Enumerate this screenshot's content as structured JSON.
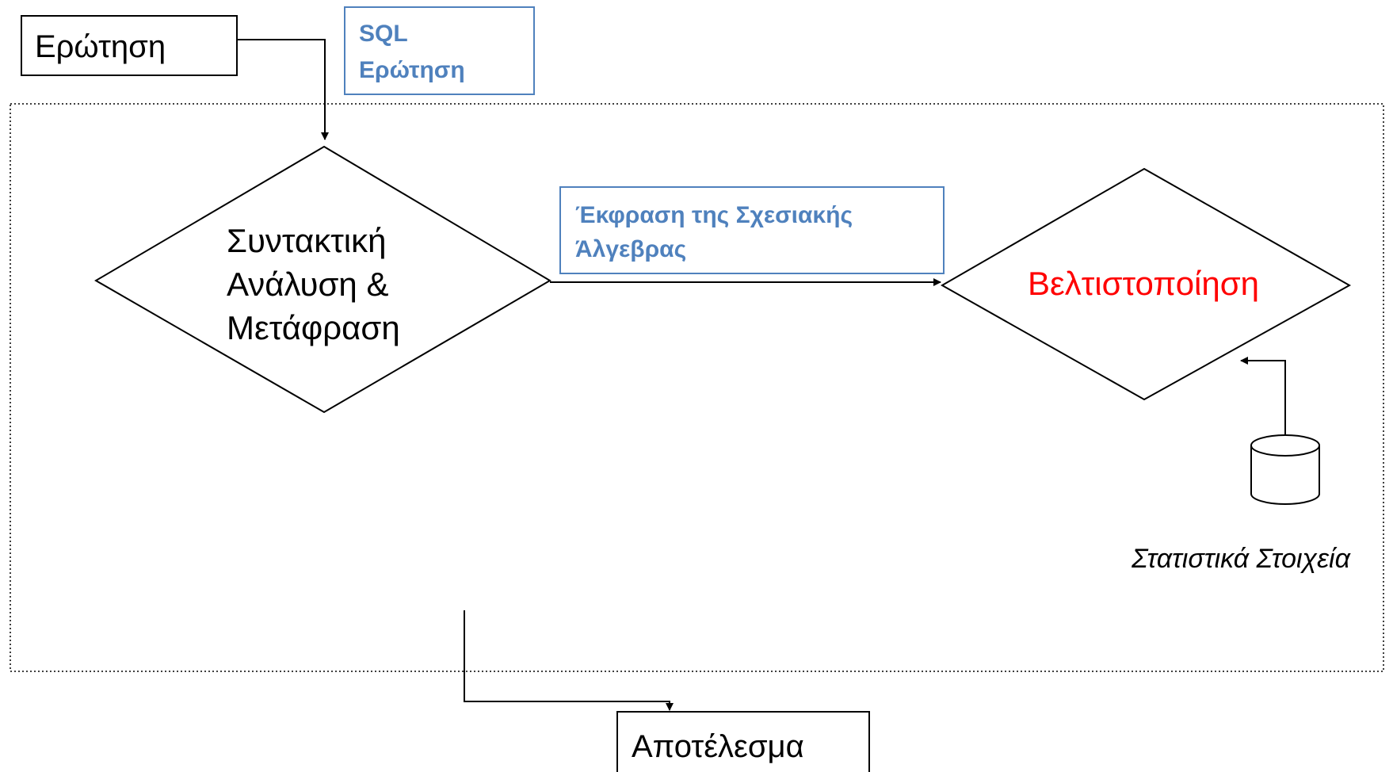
{
  "colors": {
    "line": "#000000",
    "blue_text": "#4f81bd",
    "blue_border": "#4f81bd",
    "optimization_text": "#ff0000"
  },
  "query_box": {
    "label": "Ερώτηση"
  },
  "sql_note": {
    "line1": "SQL",
    "line2": "Ερώτηση"
  },
  "parse_diamond": {
    "line1": "Συντακτική",
    "line2": "Ανάλυση &",
    "line3": "Μετάφραση"
  },
  "algebra_note": {
    "line1": "Έκφραση της Σχεσιακής",
    "line2": "Άλγεβρας"
  },
  "optimize_diamond": {
    "label": "Βελτιστοποίηση"
  },
  "statistics": {
    "icon": "database-cylinder-icon",
    "label": "Στατιστικά Στοιχεία"
  },
  "result_box": {
    "label": "Αποτέλεσμα"
  }
}
